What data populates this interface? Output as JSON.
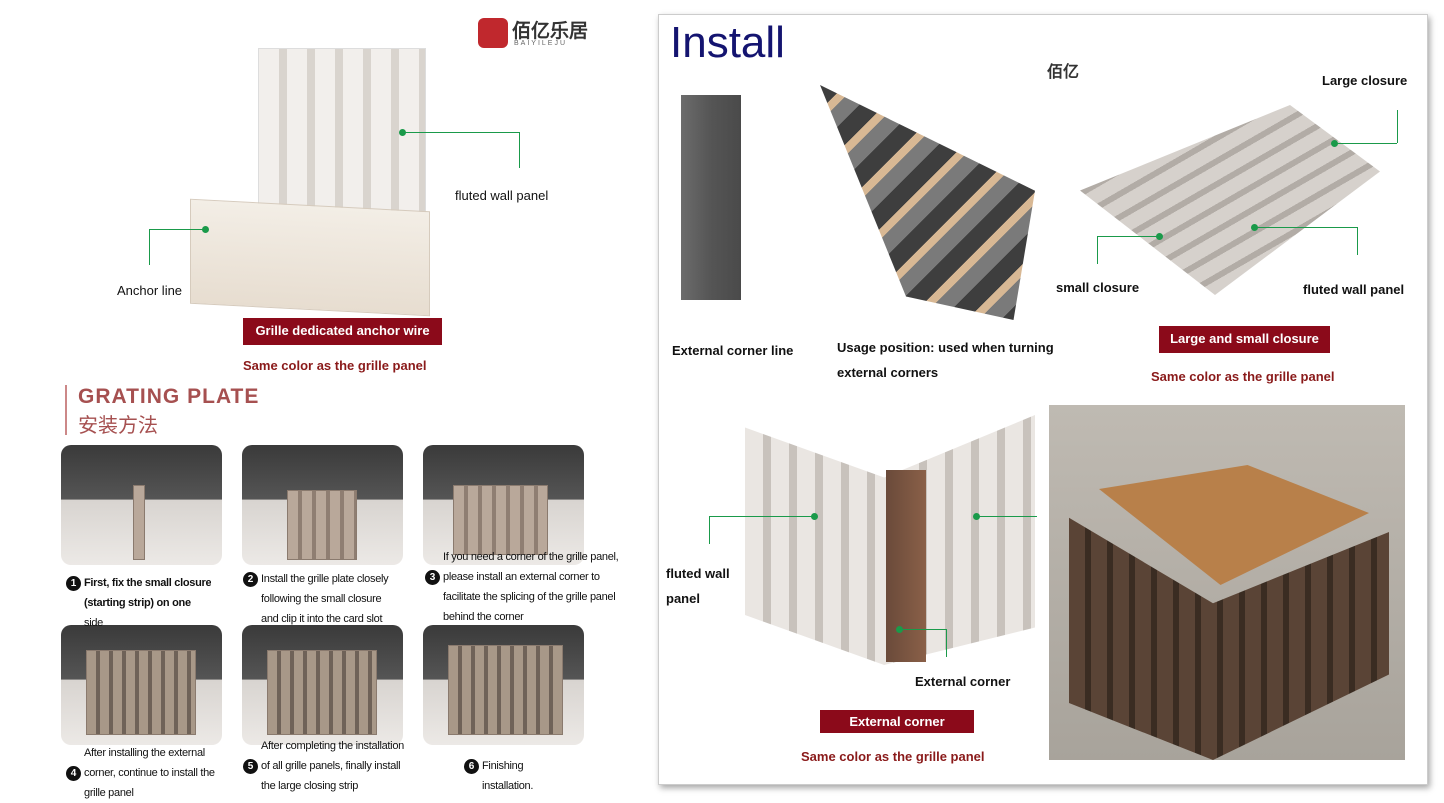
{
  "left": {
    "logo": {
      "text": "佰亿乐居",
      "sub": "BAIYILEJU",
      "color": "#c0282d"
    },
    "labels": {
      "fluted": "fluted wall panel",
      "anchor": "Anchor line"
    },
    "tag": "Grille dedicated anchor wire",
    "same_color": "Same color as the grille panel",
    "heading": {
      "en": "GRATING PLATE",
      "zh": "安装方法"
    },
    "steps": [
      {
        "n": "1",
        "lines": [
          "First, fix the small closure",
          "(starting strip) on one",
          "side"
        ]
      },
      {
        "n": "2",
        "lines": [
          "Install the grille plate closely",
          "following the small closure",
          "and clip it into the card slot"
        ]
      },
      {
        "n": "3",
        "lines": [
          "If you need a corner of the grille panel,",
          "please install an external corner to",
          "facilitate the splicing of the grille panel",
          "behind the corner"
        ]
      },
      {
        "n": "4",
        "lines": [
          "After installing the external",
          "corner, continue to install the",
          "grille panel"
        ]
      },
      {
        "n": "5",
        "lines": [
          "After completing the installation",
          "of all grille panels, finally install",
          "the large closing strip"
        ]
      },
      {
        "n": "6",
        "lines": [
          "Finishing",
          "installation."
        ]
      }
    ]
  },
  "right": {
    "title": "Install",
    "small_logo": "佰亿",
    "labels": {
      "large_closure": "Large closure",
      "small_closure": "small closure",
      "fluted": "fluted wall panel",
      "ext_corner_line": "External corner line",
      "usage1": "Usage position: used when turning",
      "usage2": "external corners",
      "fluted2a": "fluted wall",
      "fluted2b": "panel",
      "ext_corner": "External corner"
    },
    "tag1": "Large and small closure",
    "tag2": "External corner",
    "same_color": "Same color as the grille panel"
  },
  "colors": {
    "accent_red": "#8b0a1a",
    "title_navy": "#141470",
    "guide_green": "#1a9a4a"
  }
}
